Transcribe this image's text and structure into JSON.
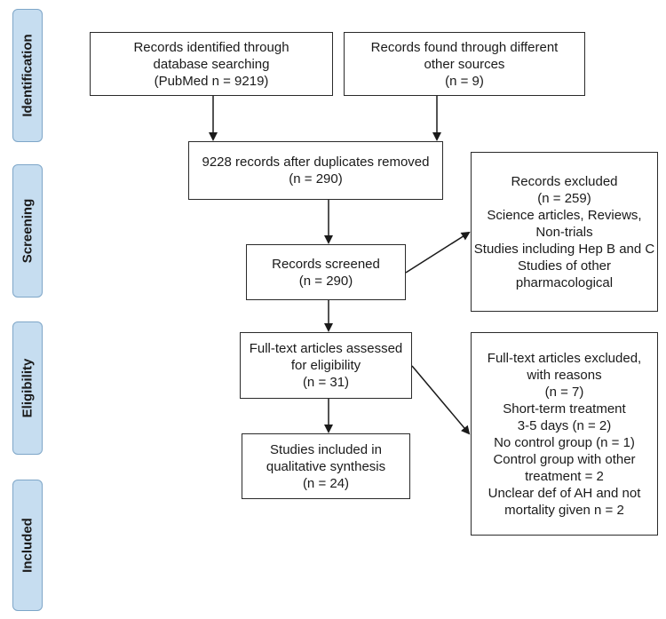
{
  "phases": [
    {
      "id": "identification",
      "label": "Identification"
    },
    {
      "id": "screening",
      "label": "Screening"
    },
    {
      "id": "eligibility",
      "label": "Eligibility"
    },
    {
      "id": "included",
      "label": "Included"
    }
  ],
  "boxes": {
    "database_search": [
      "Records identified through",
      "database searching",
      "(PubMed n = 9219)"
    ],
    "other_sources": [
      "Records found through different",
      "other sources",
      "(n = 9)"
    ],
    "after_duplicates": [
      "9228 records after duplicates removed",
      "(n = 290)"
    ],
    "records_screened": [
      "Records screened",
      "(n = 290)"
    ],
    "records_excluded": [
      "Records excluded",
      "(n = 259)",
      "Science articles, Reviews,",
      "Non-trials",
      "Studies including Hep B and C",
      "Studies of other",
      "pharmacological"
    ],
    "fulltext_assessed": [
      "Full-text articles assessed",
      "for eligibility",
      "(n = 31)"
    ],
    "fulltext_excluded": [
      "Full-text articles excluded,",
      "with reasons",
      "(n = 7)",
      "Short-term treatment",
      "3-5 days (n = 2)",
      "No control group (n = 1)",
      "Control group with other",
      "treatment = 2",
      "Unclear def of AH and not",
      "mortality given n = 2"
    ],
    "studies_included": [
      "Studies included in",
      "qualitative synthesis",
      "(n = 24)"
    ]
  },
  "colors": {
    "phase_fill": "#c6ddf0",
    "phase_border": "#7ea6c8",
    "box_border": "#2a2a2a",
    "arrow": "#1a1a1a"
  }
}
